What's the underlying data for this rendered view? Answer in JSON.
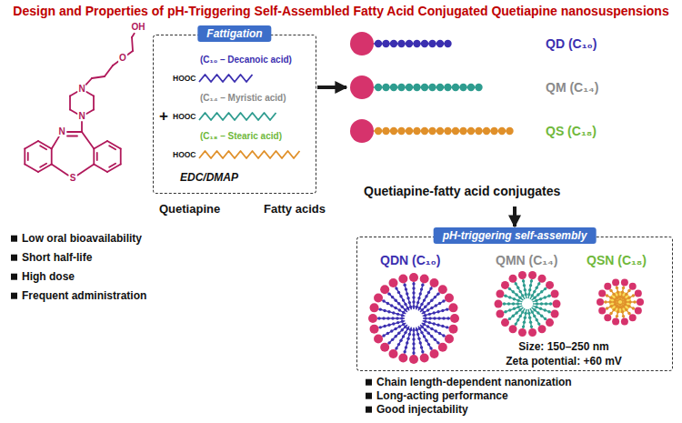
{
  "diagram": {
    "title": "Design and Properties of pH-Triggering Self-Assembled Fatty Acid Conjugated Quetiapine nanosuspensions",
    "nodes": [
      {
        "text": [
          "Fattigation",
          "EDC/DMAP"
        ]
      },
      {
        "text": [
          "Quetiapine-fatty acid conjugates"
        ]
      },
      {
        "text": [
          "pH-triggering self-assembly",
          "Size: 150–250 nm",
          "Zeta potential: +60 mV"
        ]
      }
    ],
    "edges": [
      {
        "from": 0,
        "to": 1,
        "arrow": "to"
      },
      {
        "from": 1,
        "to": 2,
        "arrow": "to"
      }
    ],
    "labels": [
      "OH",
      "N",
      "N",
      "N",
      "S",
      "O",
      "Quetiapine",
      "Low oral bioavailability",
      "Short half-life",
      "High dose",
      "Frequent administration",
      "+",
      "(C₁₀ – Decanoic acid)",
      "HOOC",
      "(C₁₄ – Myristic acid)",
      "HOOC",
      "(C₁₈ – Stearic acid)",
      "HOOC",
      "Fatty acids",
      "QD (C₁₀)",
      "QM (C₁₄)",
      "QS (C₁₈)",
      "QDN (C₁₀)",
      "QMN (C₁₄)",
      "QSN (C₁₈)",
      "Chain length-dependent nanonization",
      "Long-acting performance",
      "Good injectability"
    ]
  }
}
